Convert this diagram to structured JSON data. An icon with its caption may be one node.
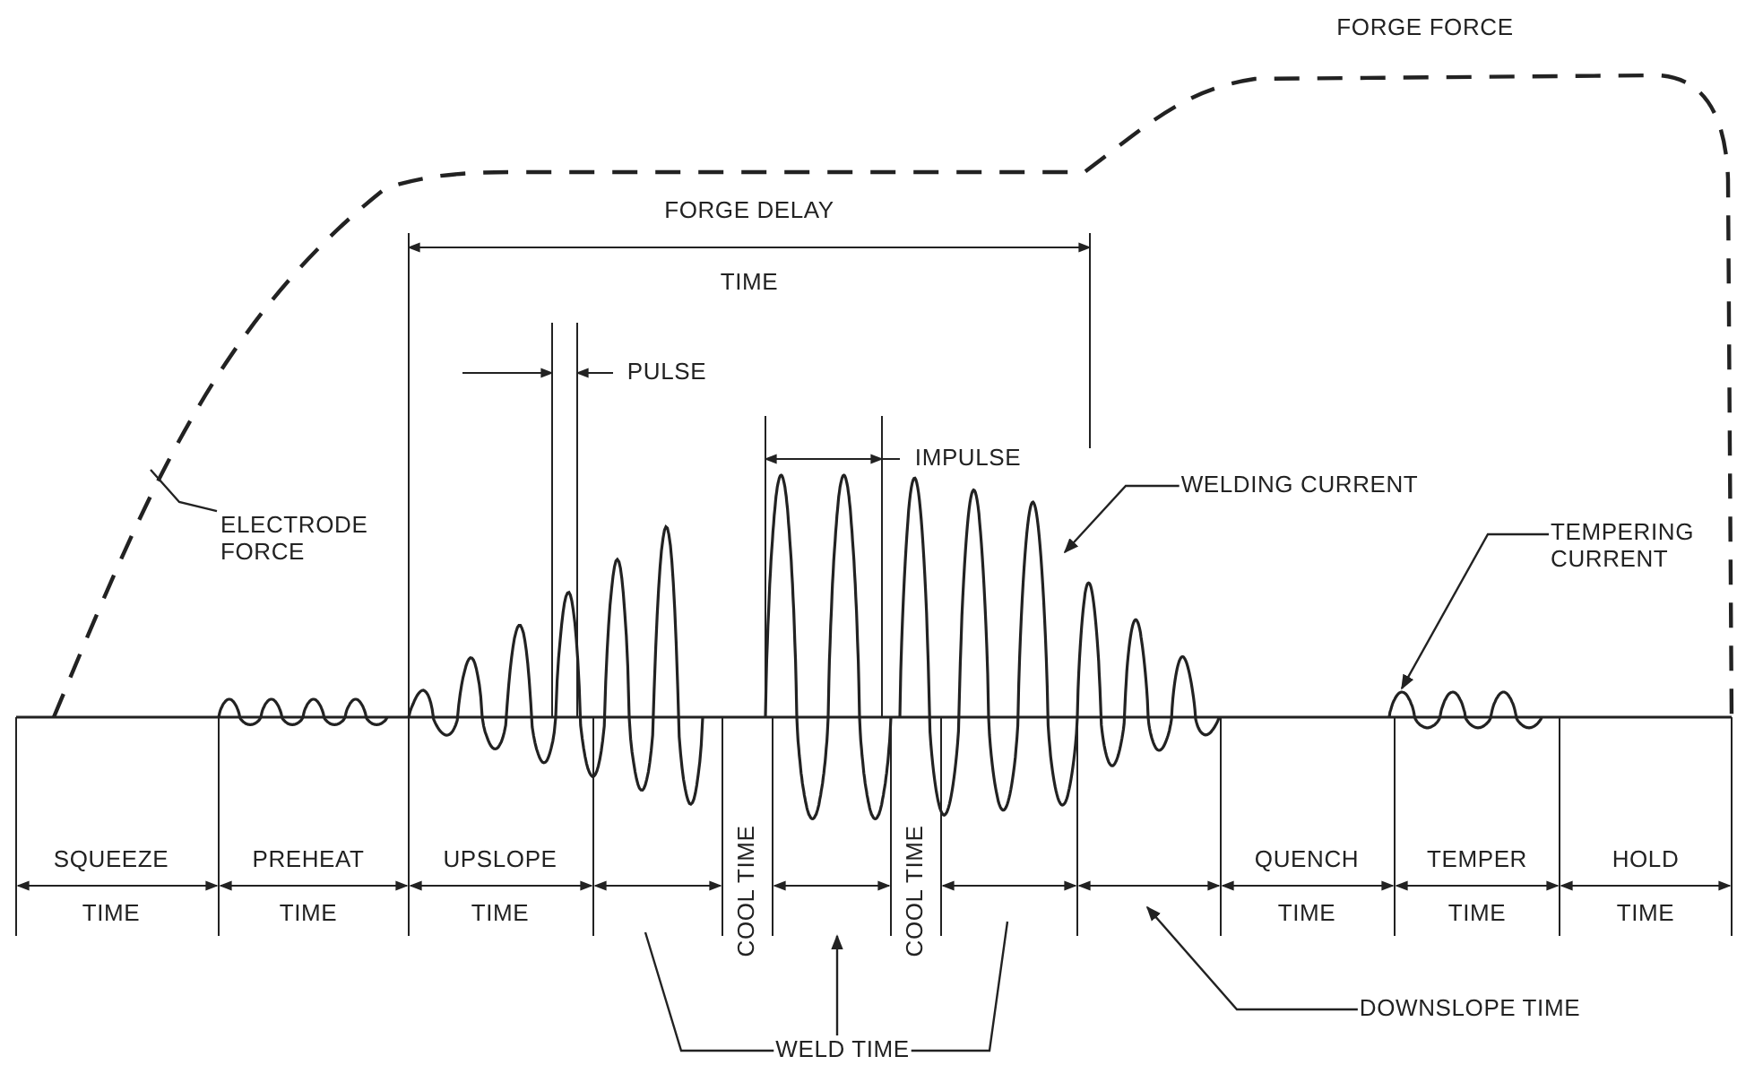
{
  "diagram": {
    "nodes": [
      {
        "text": [
          "ELECTRODE FORCE"
        ]
      },
      {
        "text": [
          "WELDING CURRENT"
        ]
      },
      {
        "text": [
          "TEMPERING CURRENT"
        ]
      },
      {
        "text": [
          "WELD TIME"
        ]
      },
      {
        "text": [
          "DOWNSLOPE TIME"
        ]
      }
    ],
    "edges": [
      {
        "from": 0,
        "to": null,
        "arrow": "none"
      },
      {
        "from": 1,
        "to": null,
        "arrow": "to"
      },
      {
        "from": 2,
        "to": null,
        "arrow": "to"
      },
      {
        "from": 3,
        "to": null,
        "arrow": "none"
      },
      {
        "from": 3,
        "to": null,
        "arrow": "to"
      },
      {
        "from": 3,
        "to": null,
        "arrow": "none"
      },
      {
        "from": 4,
        "to": null,
        "arrow": "to"
      }
    ],
    "labels": [
      "FORGE FORCE",
      "FORGE DELAY",
      "TIME",
      "PULSE",
      "IMPULSE",
      "SQUEEZE",
      "TIME",
      "PREHEAT",
      "TIME",
      "UPSLOPE",
      "TIME",
      "COOL TIME",
      "COOL TIME",
      "QUENCH",
      "TIME",
      "TEMPER",
      "TIME",
      "HOLD",
      "TIME"
    ]
  }
}
